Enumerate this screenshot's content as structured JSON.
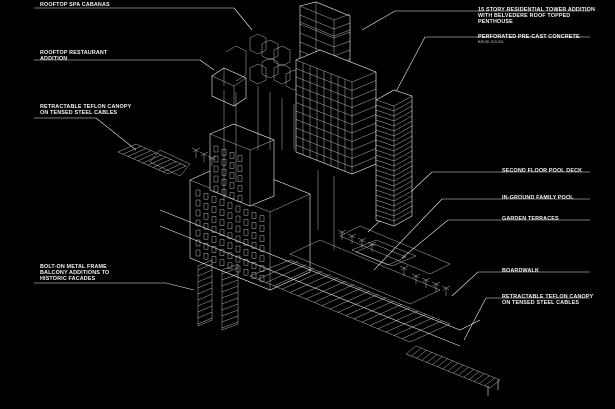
{
  "colors": {
    "background": "#000000",
    "linework": "#f2f2f2"
  },
  "labels": {
    "rooftop_spa": "ROOFTOP SPA CABANAS",
    "rooftop_restaurant_1": "ROOFTOP RESTAURANT",
    "rooftop_restaurant_2": "ADDITION",
    "canopy_left_1": "RETRACTABLE TEFLON CANOPY",
    "canopy_left_2": "ON TENSED STEEL CABLES",
    "balcony_1": "BOLT-ON METAL FRAME",
    "balcony_2": "BALCONY ADDITIONS TO",
    "balcony_3": "HISTORIC FACADES",
    "tower_1": "15 STORY RESIDENTIAL TOWER ADDITION",
    "tower_2": "WITH BELVEDERE ROOF TOPPED",
    "tower_3": "PENTHOUSE",
    "precast_1": "PERFORATED PRE-CAST CONCRETE",
    "precast_2": "BRISE-SOLEIL",
    "pool_deck": "SECOND FLOOR POOL DECK",
    "family_pool": "IN-GROUND FAMILY POOL",
    "garden": "GARDEN TERRACES",
    "boardwalk": "BOARDWALK",
    "canopy_right_1": "RETRACTABLE TEFLON CANOPY",
    "canopy_right_2": "ON TENSED STEEL CABLES"
  }
}
